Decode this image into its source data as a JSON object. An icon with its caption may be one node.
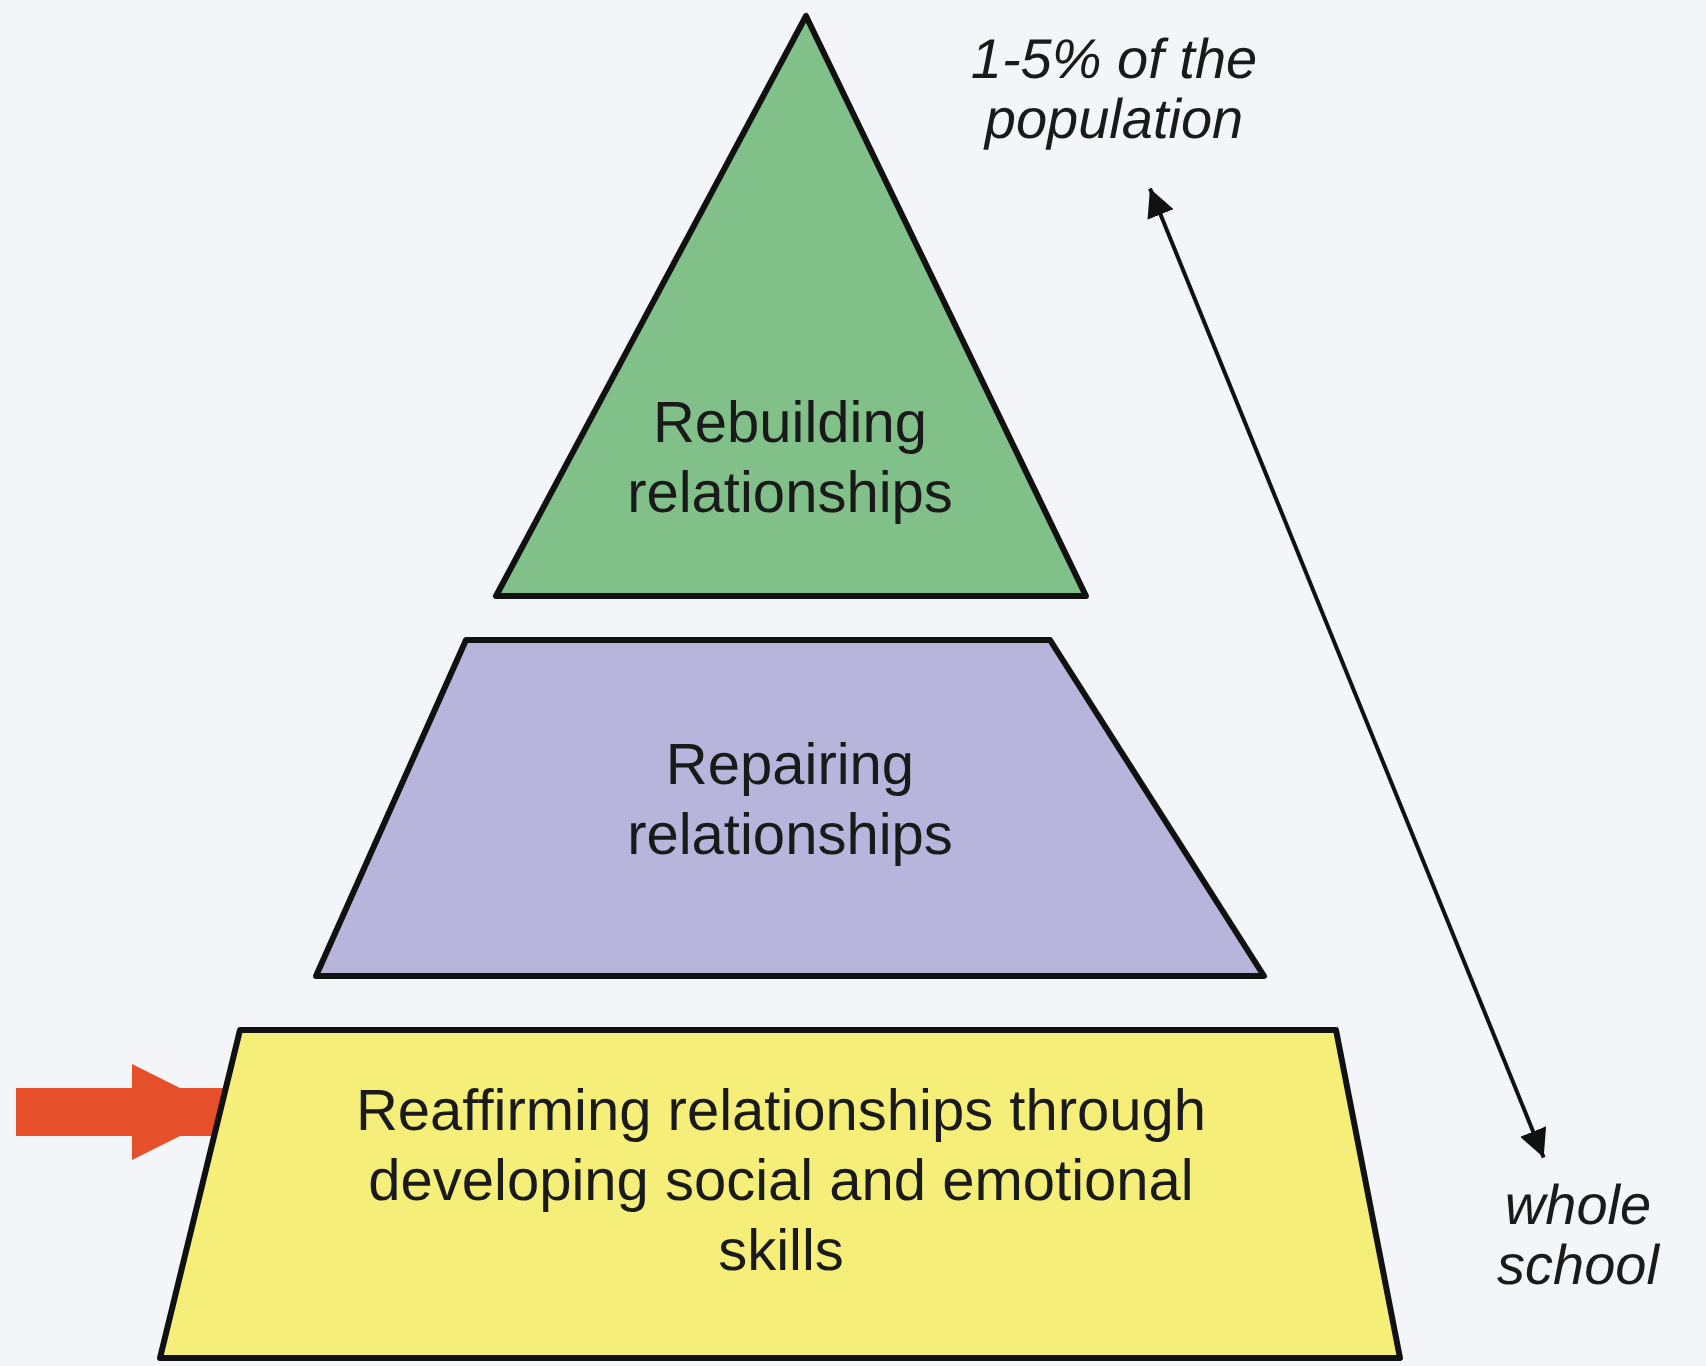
{
  "diagram": {
    "nodes": [
      {
        "text": [
          "Rebuilding relationships"
        ]
      },
      {
        "text": [
          "Repairing relationships"
        ]
      },
      {
        "text": [
          "Reaffirming relationships through developing social and emotional skills"
        ]
      },
      {
        "text": [
          "1-5% of the population"
        ]
      },
      {
        "text": [
          "whole school"
        ]
      }
    ],
    "edges": [
      {
        "from": 3,
        "to": 4,
        "arrow": "both"
      },
      {
        "from": null,
        "to": 2,
        "arrow": "to",
        "style": "thick",
        "color": "#e5502a"
      }
    ]
  }
}
